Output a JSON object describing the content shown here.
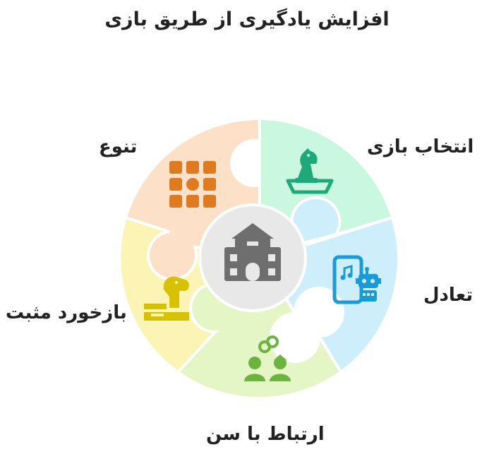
{
  "title": "افزایش یادگیری از طریق بازی",
  "segments": [
    {
      "label": "انتخاب بازی",
      "color": "#c9f7df",
      "icon": "chess-knight-icon",
      "icon_color": "#1fa87a"
    },
    {
      "label": "تعادل",
      "color": "#cfeefb",
      "icon": "tablet-robot-icon",
      "icon_color": "#1a9bd7"
    },
    {
      "label": "ارتباط با سن",
      "color": "#e4f6c6",
      "icon": "linked-people-icon",
      "icon_color": "#6db33f"
    },
    {
      "label": "بازخورد مثبت",
      "color": "#fbf4b4",
      "icon": "dog-feedback-icon",
      "icon_color": "#d6c200"
    },
    {
      "label": "تنوع",
      "color": "#fde0c8",
      "icon": "grid-icon",
      "icon_color": "#e07a21"
    }
  ],
  "center": {
    "icon": "school-building-icon",
    "color": "#e8e8e8",
    "icon_color": "#6e6e6e"
  }
}
